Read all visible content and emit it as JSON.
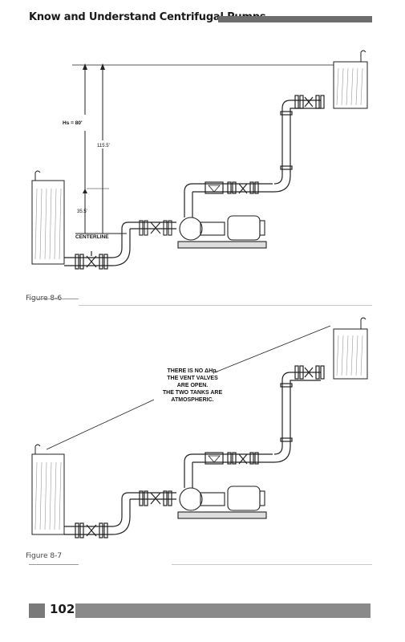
{
  "header": {
    "title": "Know and Understand Centrifugal Pumps"
  },
  "figure_1": {
    "caption": "Figure 8-6",
    "labels": {
      "hs": "Hs = 80'",
      "total_height": "115.5'",
      "low_height": "35.5'",
      "centerline": "CENTERLINE"
    }
  },
  "figure_2": {
    "caption": "Figure 8-7",
    "note_lines": [
      "THERE IS NO ΔHp.",
      "THE VENT VALVES",
      "ARE OPEN.",
      "THE TWO TANKS ARE",
      "ATMOSPHERIC."
    ]
  },
  "footer": {
    "page_number": "102"
  }
}
